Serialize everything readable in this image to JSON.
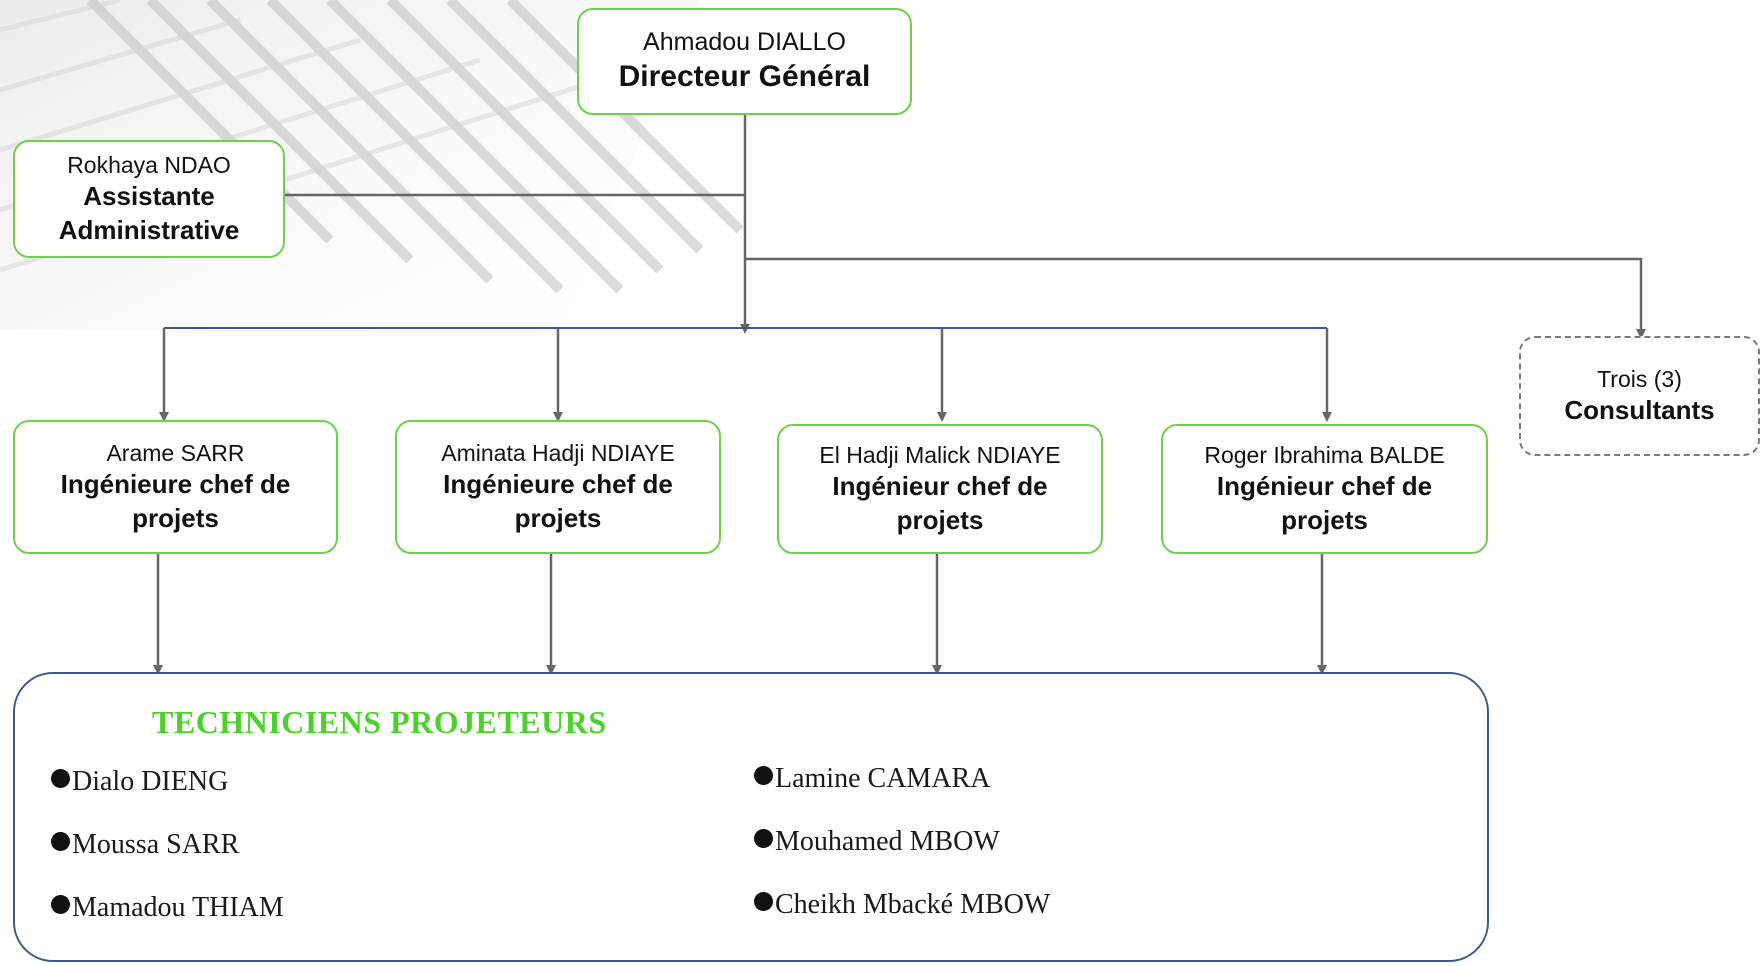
{
  "director": {
    "name": "Ahmadou DIALLO",
    "title": "Directeur Général"
  },
  "assistant": {
    "name": "Rokhaya NDAO",
    "title": "Assistante Administrative"
  },
  "consultants": {
    "name": "Trois (3)",
    "title": "Consultants"
  },
  "project_leads": [
    {
      "name": "Arame SARR",
      "title": "Ingénieure chef de projets"
    },
    {
      "name": "Aminata Hadji NDIAYE",
      "title": "Ingénieure chef de projets"
    },
    {
      "name": "El Hadji Malick NDIAYE",
      "title": "Ingénieur chef de projets"
    },
    {
      "name": "Roger Ibrahima BALDE",
      "title": "Ingénieur chef de projets"
    }
  ],
  "technicians": {
    "heading": "TECHNICIENS PROJETEURS",
    "left": [
      "Dialo DIENG",
      "Moussa SARR",
      "Mamadou THIAM"
    ],
    "right": [
      "Lamine CAMARA",
      "Mouhamed MBOW",
      "Cheikh Mbacké MBOW"
    ]
  },
  "colors": {
    "box_border": "#6fd14a",
    "heading": "#4bd22a",
    "connector": "#666666",
    "lead_bus": "#3c5a8c",
    "panel_border": "#3c5a8c",
    "consultant_border": "#7a7a7a"
  }
}
